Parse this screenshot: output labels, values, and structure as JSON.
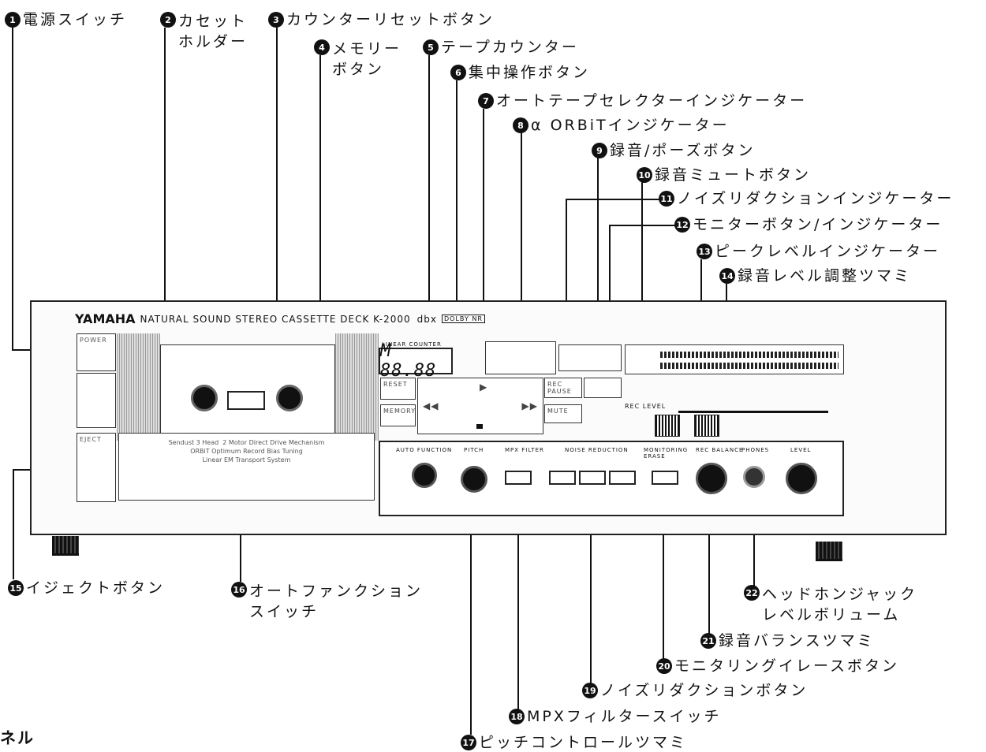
{
  "deck": {
    "brand": "YAMAHA",
    "title": "NATURAL SOUND  STEREO CASSETTE DECK  K-2000",
    "dbx": "dbx",
    "dolby": "DOLBY NR",
    "power_label": "POWER",
    "eject_label": "EJECT",
    "reset_label": "RESET",
    "memory_label": "MEMORY",
    "counter_caption": "LINEAR COUNTER",
    "counter_value": "M 88.88",
    "rec_pause_label": "REC PAUSE",
    "mute_label": "MUTE",
    "rec_level_label": "REC LEVEL",
    "auto_function_label": "AUTO FUNCTION",
    "pitch_label": "PITCH",
    "mpx_filter_label": "MPX FILTER",
    "noise_reduction_label": "NOISE REDUCTION",
    "monitoring_label": "MONITORING ERASE",
    "rec_balance_label": "REC BALANCE",
    "phones_label": "PHONES",
    "level_label": "LEVEL",
    "feature_text": "Sendust 3 Head  2 Motor Direct Drive Mechanism\nORBiT Optimum Record Bias Tuning\nLinear EM Transport System"
  },
  "callouts": [
    {
      "n": "1",
      "text": "電源スイッチ"
    },
    {
      "n": "2",
      "text": "カセット\nホルダー"
    },
    {
      "n": "3",
      "text": "カウンターリセットボタン"
    },
    {
      "n": "4",
      "text": "メモリー\nボタン"
    },
    {
      "n": "5",
      "text": "テープカウンター"
    },
    {
      "n": "6",
      "text": "集中操作ボタン"
    },
    {
      "n": "7",
      "text": "オートテープセレクターインジケーター"
    },
    {
      "n": "8",
      "text": "α ORBiTインジケーター"
    },
    {
      "n": "9",
      "text": "録音/ポーズボタン"
    },
    {
      "n": "10",
      "text": "録音ミュートボタン"
    },
    {
      "n": "11",
      "text": "ノイズリダクションインジケーター"
    },
    {
      "n": "12",
      "text": "モニターボタン/インジケーター"
    },
    {
      "n": "13",
      "text": "ピークレベルインジケーター"
    },
    {
      "n": "14",
      "text": "録音レベル調整ツマミ"
    },
    {
      "n": "15",
      "text": "イジェクトボタン"
    },
    {
      "n": "16",
      "text": "オートファンクション\nスイッチ"
    },
    {
      "n": "17",
      "text": "ピッチコントロールツマミ"
    },
    {
      "n": "18",
      "text": "MPXフィルタースイッチ"
    },
    {
      "n": "19",
      "text": "ノイズリダクションボタン"
    },
    {
      "n": "20",
      "text": "モニタリングイレースボタン"
    },
    {
      "n": "21",
      "text": "録音バランスツマミ"
    },
    {
      "n": "22",
      "text": "ヘッドホンジャック\nレベルボリューム"
    }
  ],
  "bottom_text": "ネル"
}
